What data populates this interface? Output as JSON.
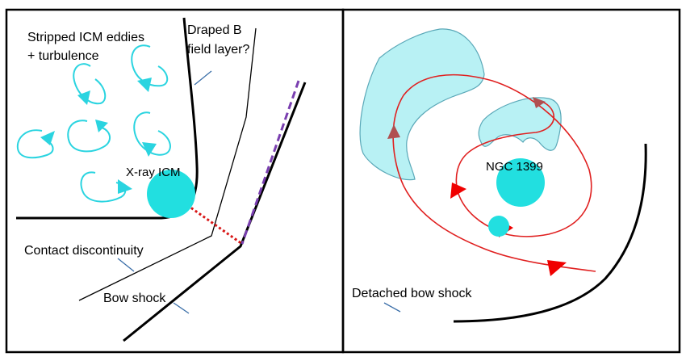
{
  "panels": {
    "left": {
      "labels": {
        "eddies_line1": "Stripped ICM eddies",
        "eddies_line2": "+ turbulence",
        "draped_line1": "Draped B",
        "draped_line2": "field layer?",
        "xray": "X-ray ICM",
        "contact": "Contact discontinuity",
        "bow": "Bow shock"
      }
    },
    "right": {
      "labels": {
        "galaxy": "NGC 1399",
        "detached": "Detached bow shock"
      }
    }
  },
  "colors": {
    "eddy": "#2ad4e0",
    "xray_blob": "#22dfe0",
    "cloud_fill": "#b8f1f4",
    "cloud_stroke": "#5aa8b8",
    "orbit": "#e02020",
    "arrow_red": "#f00000",
    "arrow_brown": "#b05050",
    "draped_dash": "#7a3fb0",
    "contact_dot": "#d81818",
    "leader": "#3a6ea8"
  }
}
